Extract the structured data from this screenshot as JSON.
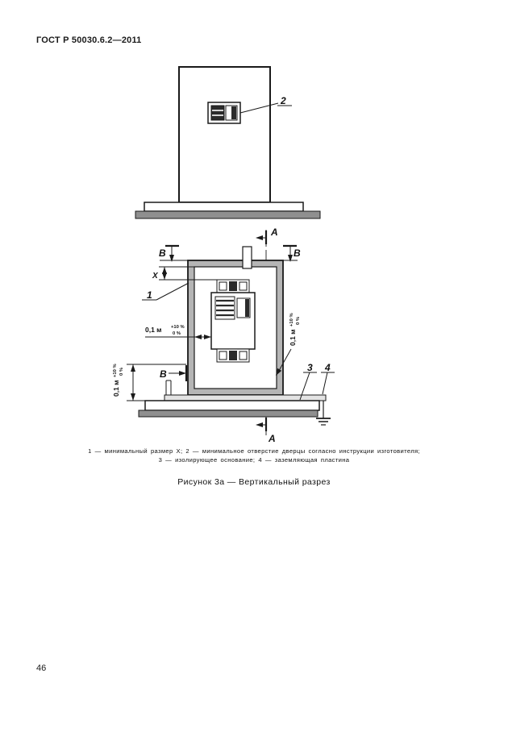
{
  "page": {
    "header_title": "ГОСТ Р 50030.6.2—2011",
    "page_number": "46"
  },
  "captions": {
    "legend_line1": "1 — минимальный размер X; 2 — минимальное отверстие дверцы согласно инструкции изготовителя;",
    "legend_line2": "3 — изолирующее основание; 4 — заземляющая пластина",
    "figure_title": "Рисунок 3а — Вертикальный разрез"
  },
  "diagram": {
    "callouts": {
      "item1": "1",
      "item2": "2",
      "item3": "3",
      "item4": "4"
    },
    "sections": {
      "a_top": "A",
      "a_bottom": "A",
      "b_left": "B",
      "b_right": "B",
      "b_view": "В"
    },
    "dimensions": {
      "x_label": "X",
      "gap_value": "0,1 м",
      "tol_plus": "+10 %",
      "tol_minus": "0 %"
    }
  }
}
